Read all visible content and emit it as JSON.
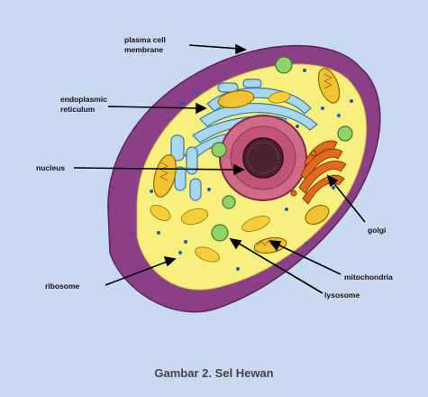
{
  "labels": {
    "plasma_membrane_line1": "plasma cell",
    "plasma_membrane_line2": "membrane",
    "er_line1": "endoplasmic",
    "er_line2": "reticulum",
    "nucleus": "nucleus",
    "golgi": "golgi",
    "ribosome": "ribosome",
    "mitochondria": "mitochondria",
    "lysosome": "lysosome"
  },
  "caption": "Gambar 2. Sel Hewan",
  "colors": {
    "background": "#c9d9ef",
    "membrane": "#8a3f86",
    "cytoplasm": "#f7ef7e",
    "endoplasmic_reticulum": "#a8d8ef",
    "nucleus": "#d06a86",
    "nucleolus": "#4a2230",
    "golgi": "#e06a1e",
    "mitochondria": "#f2c233",
    "lysosome": "#8fd36a",
    "ribosome": "#1d5fa8"
  }
}
